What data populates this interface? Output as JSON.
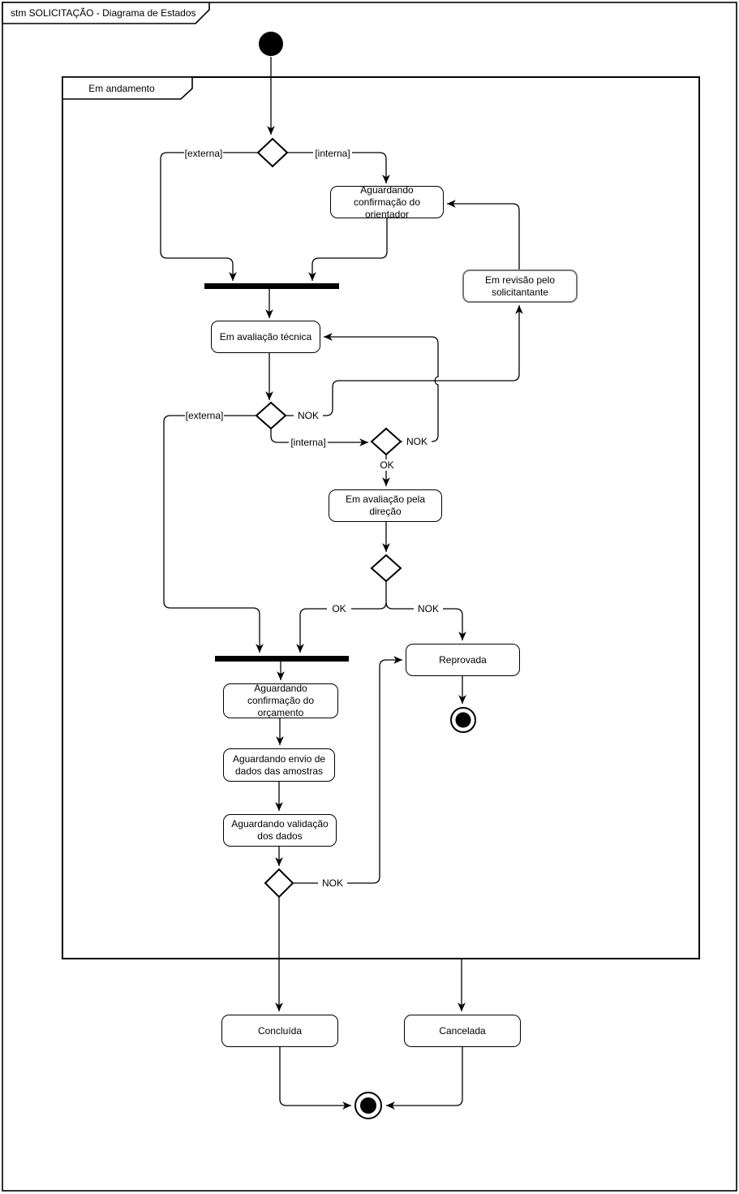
{
  "diagram_title": "stm SOLICITAÇÃO - Diagrama de Estados",
  "composite_state": {
    "label": "Em andamento"
  },
  "states": {
    "orientador": "Aguardando confirmação do orientador",
    "revisao": "Em revisão pelo solicitantante",
    "tecnica": "Em avaliação técnica",
    "direcao": "Em avaliação pela direção",
    "orcamento": "Aguardando confirmação do orçamento",
    "envio": "Aguardando envio de dados das amostras",
    "validacao": "Aguardando validação dos dados",
    "reprovada": "Reprovada",
    "concluida": "Concluída",
    "cancelada": "Cancelada"
  },
  "edge_labels": {
    "externa1": "[externa]",
    "interna1": "[interna]",
    "externa2": "[externa]",
    "nok1": "NOK",
    "interna2": "[interna]",
    "nok2": "NOK",
    "ok1": "OK",
    "ok2": "OK",
    "nok_direcao": "NOK",
    "nok3": "NOK"
  },
  "colors": {
    "stroke": "#000000",
    "revisao_border": "#777777",
    "background": "#ffffff"
  }
}
